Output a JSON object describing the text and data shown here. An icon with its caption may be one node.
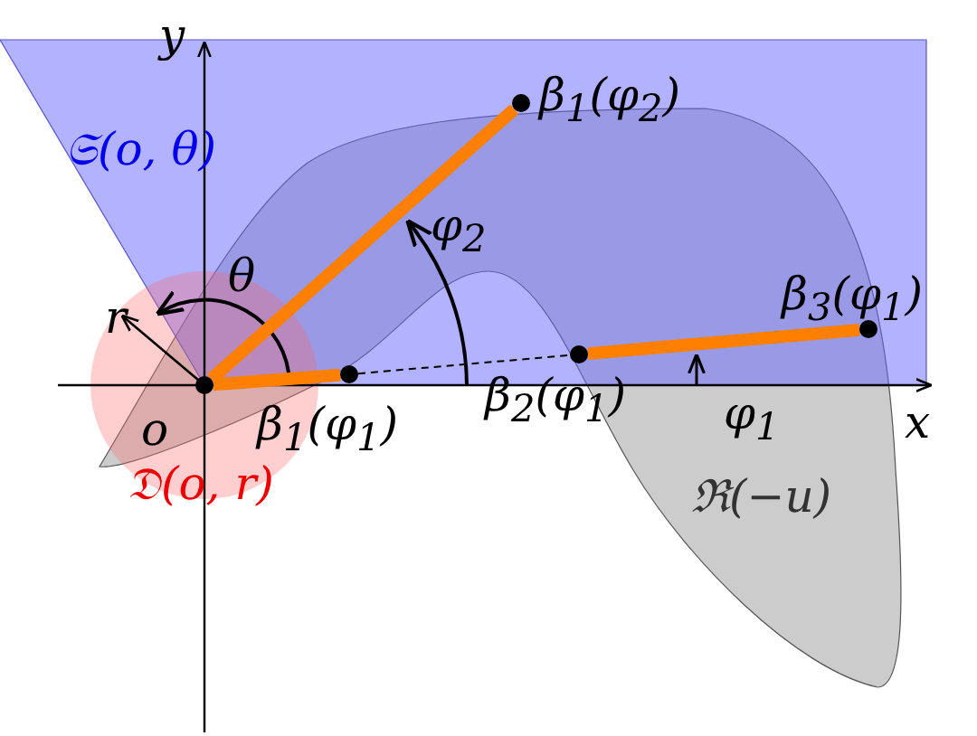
{
  "diagram": {
    "nodes": [
      {
        "text": [],
        "shape": "circle",
        "beside": [
          "o"
        ]
      },
      {
        "text": [],
        "shape": "circle",
        "beside": [
          "β$_{1}$(φ$_{2}$)"
        ]
      },
      {
        "text": [],
        "shape": "circle",
        "beside": [
          "β$_{1}$(φ$_{1}$)"
        ]
      },
      {
        "text": [],
        "shape": "circle",
        "beside": [
          "β$_{2}$(φ$_{1}$)"
        ]
      },
      {
        "text": [],
        "shape": "circle",
        "beside": [
          "β$_{3}$(φ$_{1}$)"
        ]
      }
    ],
    "edges": [
      {
        "from": 0,
        "to": 1,
        "arrow": "none"
      },
      {
        "from": 0,
        "to": 2,
        "arrow": "none"
      },
      {
        "from": 2,
        "to": 3,
        "arrow": "none",
        "style": "dashed",
        "color": "#000000"
      },
      {
        "from": 3,
        "to": 4,
        "arrow": "none"
      }
    ],
    "labels": [
      "y",
      "𝔖(o, θ)",
      "φ$_{2}$",
      "θ",
      "r",
      "φ$_{1}$",
      "x",
      "𝔇(o, r)",
      "ℜ(−u)"
    ]
  }
}
